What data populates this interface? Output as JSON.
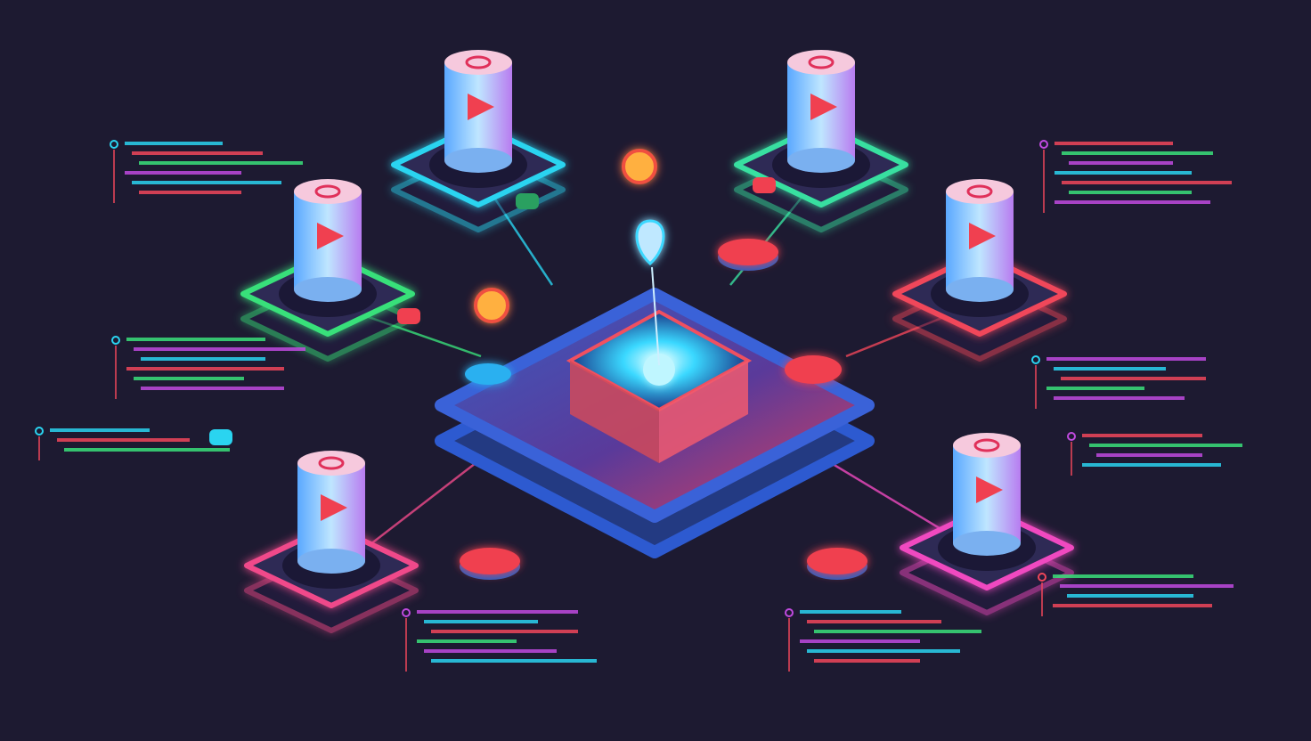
{
  "colors": {
    "background": "#1d1a31",
    "cyan": "#2ad4f0",
    "green": "#39e07a",
    "red": "#f0465a",
    "pink": "#f04aa8",
    "magenta": "#c04adf",
    "orange": "#ffb040",
    "platform": "#2c4a9a",
    "cylinder_top": "#f6c9dd",
    "cylinder_body": "#8fd2ff"
  },
  "nodes": [
    {
      "id": "top-left",
      "accent": "#2ad4f0"
    },
    {
      "id": "top-right",
      "accent": "#39e0a0"
    },
    {
      "id": "left",
      "accent": "#39e07a"
    },
    {
      "id": "right",
      "accent": "#f0465a"
    },
    {
      "id": "bottom-left",
      "accent": "#f04a8a"
    },
    {
      "id": "bottom-right",
      "accent": "#f04ac0"
    }
  ],
  "annotation_colors": [
    "#2ad4f0",
    "#f0465a",
    "#39e07a",
    "#c04adf"
  ]
}
